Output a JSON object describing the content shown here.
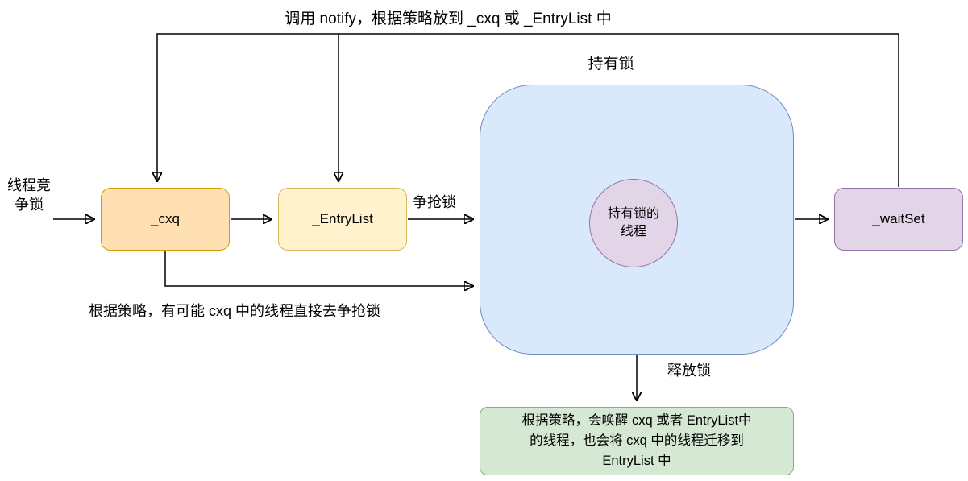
{
  "diagram": {
    "title": "调用 notify，根据策略放到 _cxq 或 _EntryList 中",
    "entry_label": "线程竞\n争锁",
    "contend_label": "争抢锁",
    "holder_title": "持有锁",
    "cxq_note": "根据策略，有可能 cxq 中的线程直接去争抢锁",
    "release_label": "释放锁",
    "nodes": {
      "cxq": {
        "label": "_cxq"
      },
      "entrylist": {
        "label": "_EntryList"
      },
      "waitset": {
        "label": "_waitSet"
      },
      "holder_thread": {
        "label": "持有锁的\n线程"
      },
      "release_note": {
        "text": "根据策略，会唤醒 cxq 或者 EntryList中\n的线程，也会将 cxq 中的线程迁移到\nEntryList 中"
      }
    },
    "colors": {
      "cxq_fill": "#ffe0b2",
      "cxq_stroke": "#d79b00",
      "entrylist_fill": "#fff2cc",
      "entrylist_stroke": "#d6b656",
      "holder_fill": "#dae8fc",
      "holder_stroke": "#6c8ebf",
      "purple_fill": "#e1d5e7",
      "purple_stroke": "#9673a6",
      "note_fill": "#d5e8d4",
      "note_stroke": "#82b366",
      "line": "#000000"
    }
  }
}
